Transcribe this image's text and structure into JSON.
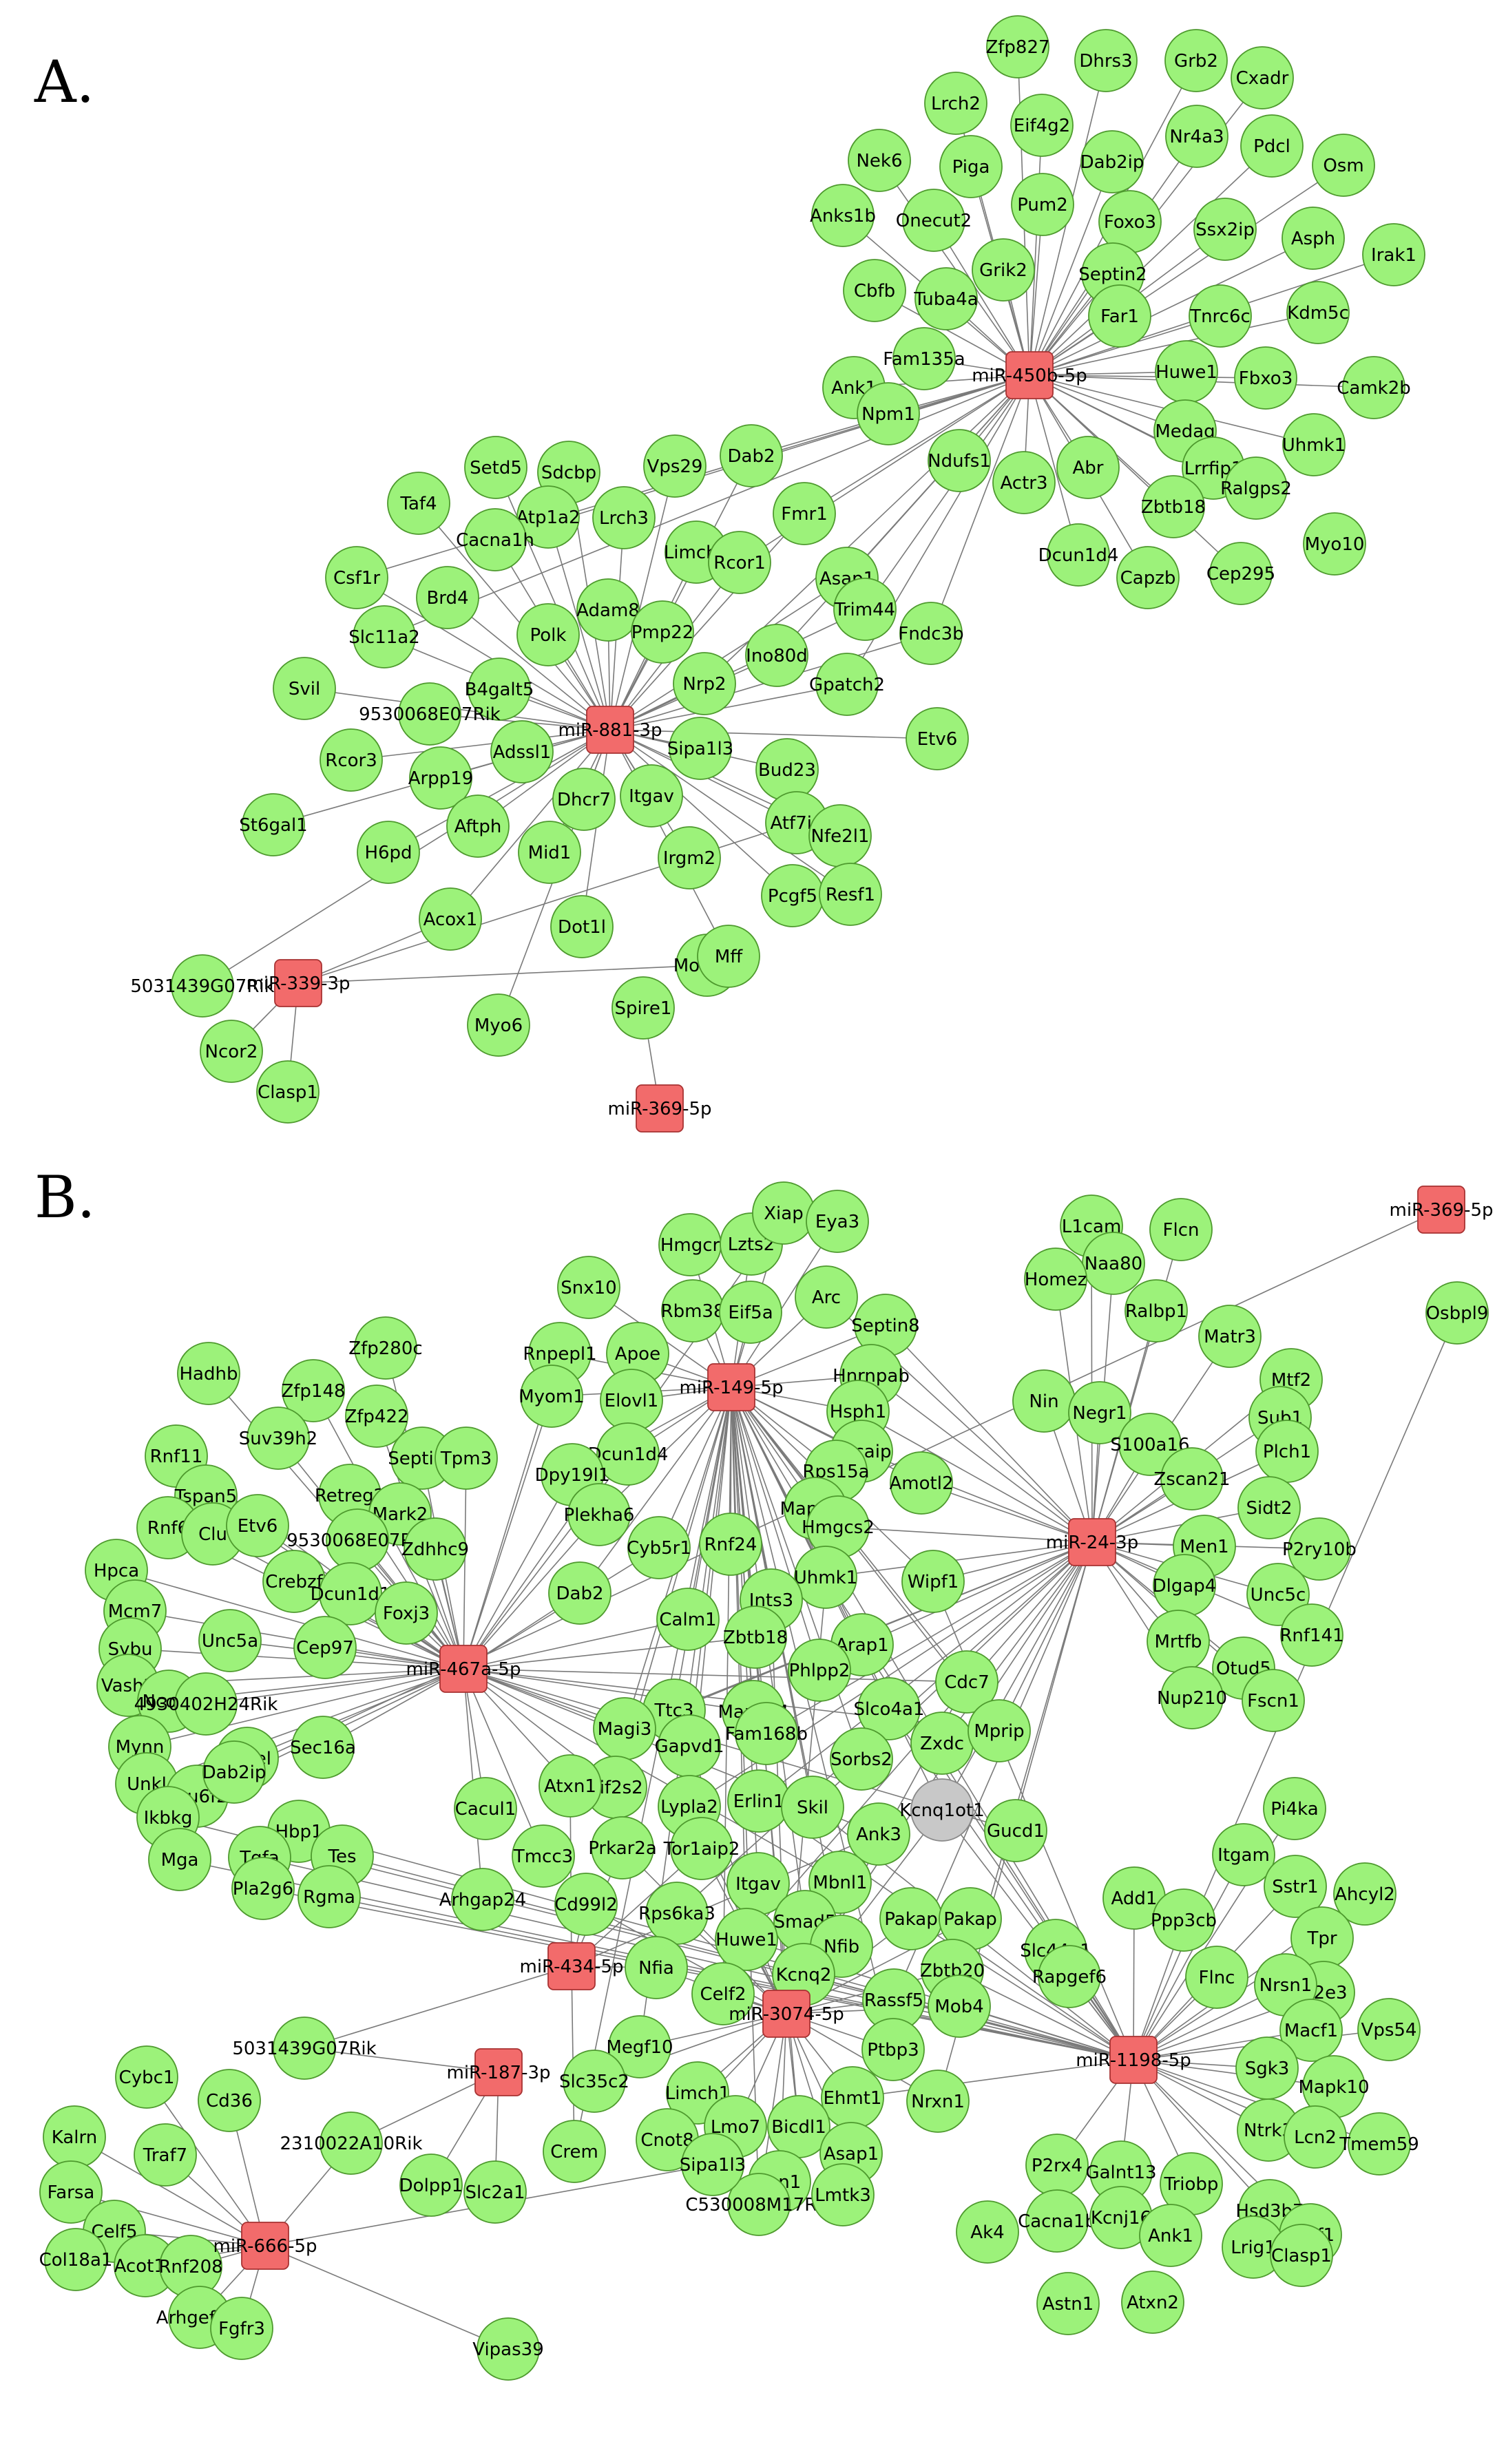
{
  "panels": {
    "a": "A.",
    "b": "B."
  },
  "colors": {
    "gene": "#9cf27a",
    "gene_stroke": "#4e9a2e",
    "mirna": "#f26b6b",
    "mirna_stroke": "#a83232",
    "gray_node": "#c8c8c8",
    "gray_stroke": "#8a8a8a",
    "edge": "#7a7a7a"
  },
  "network_a": {
    "mirnas": [
      "miR-450b-5p",
      "miR-881-3p",
      "miR-339-3p",
      "miR-369-5p"
    ],
    "genes": [
      "Zfp827",
      "Dhrs3",
      "Grb2",
      "Cxadr",
      "Lrch2",
      "Eif4g2",
      "Nr4a3",
      "Pdcl",
      "Osm",
      "Nek6",
      "Piga",
      "Dab2ip",
      "Anks1b",
      "Onecut2",
      "Pum2",
      "Foxo3",
      "Ssx2ip",
      "Asph",
      "Irak1",
      "Cbfb",
      "Grik2",
      "Septin2",
      "Tuba4a",
      "Far1",
      "Tnrc6c",
      "Kdm5c",
      "Fam135a",
      "Ank1",
      "Huwe1",
      "Fbxo3",
      "Camk2b",
      "Npm1",
      "Medag",
      "Lrrfip1",
      "Uhmk1",
      "Ndufs1",
      "Abr",
      "Actr3",
      "Zbtb18",
      "Ralgps2",
      "Dcun1d4",
      "Capzb",
      "Cep295",
      "Myo10",
      "Setd5",
      "Sdcbp",
      "Vps29",
      "Dab2",
      "Taf4",
      "Atp1a2",
      "Lrch3",
      "Cacna1h",
      "Fmr1",
      "Csf1r",
      "Brd4",
      "Limch1",
      "Adam8",
      "Rcor1",
      "Asap1",
      "Slc11a2",
      "Polk",
      "Pmp22",
      "Trim44",
      "Fndc3b",
      "Svil",
      "B4galt5",
      "Nrp2",
      "Ino80d",
      "Gpatch2",
      "9530068E07Rik",
      "Rcor3",
      "Arpp19",
      "Adssl1",
      "Sipa1l3",
      "Bud23",
      "Etv6",
      "St6gal1",
      "Aftph",
      "Dhcr7",
      "Itgav",
      "Atf7ip",
      "Nfe2l1",
      "H6pd",
      "Mid1",
      "Irgm2",
      "Pcgf5",
      "Resf1",
      "Acox1",
      "Dot1l",
      "Morf4l2",
      "Mff",
      "5031439G07Rik",
      "Myo6",
      "Spire1",
      "Ncor2",
      "Clasp1"
    ]
  },
  "network_b": {
    "mirnas": [
      "miR-149-5p",
      "miR-24-3p",
      "miR-467a-5p",
      "miR-434-5p",
      "miR-187-3p",
      "miR-3074-5p",
      "miR-1198-5p",
      "miR-666-5p",
      "miR-369-5p"
    ],
    "genes": [
      "Hmgcr",
      "Lzts2",
      "Xiap",
      "Eya3",
      "Snx10",
      "Rbm38",
      "Eif5a",
      "Arc",
      "Septin8",
      "Rnpepl1",
      "Apoe",
      "Hnrnpab",
      "Myom1",
      "Elovl1",
      "Hsph1",
      "Dcun1d4",
      "Sncaip",
      "Dpy19l1",
      "Rps15a",
      "Amotl2",
      "Plekha6",
      "Map2k7",
      "Hmgcs2",
      "Cyb5r1",
      "Rnf24",
      "Uhmk1",
      "Dab2",
      "Ints3",
      "Wipf1",
      "Calm1",
      "Zbtb18",
      "Arap1",
      "Phlpp2",
      "Cdc7",
      "Ttc3",
      "Mapk14",
      "Slco4a1",
      "Magi3",
      "Fam168b",
      "Zxdc",
      "Mprip",
      "Gapvd1",
      "Sorbs2",
      "Eif2s2",
      "Lypla2",
      "Erlin1",
      "Skil",
      "Ank3",
      "Gucd1",
      "Atxn1",
      "Cacul1",
      "Prkar2a",
      "Tmcc3",
      "Tor1aip2",
      "Itgav",
      "Mbnl1",
      "Arhgap24",
      "Cd99l2",
      "Rps6ka3",
      "Smad5",
      "Pakap",
      "Pakap",
      "Huwe1",
      "Nfib",
      "Nfia",
      "Kcnq2",
      "Zbtb20",
      "Celf2",
      "Rassf5",
      "Mob4",
      "Megf10",
      "Ptbp3",
      "Slc35c2",
      "Limch1",
      "Ehmt1",
      "Nrxn1",
      "Crem",
      "Lmo7",
      "Bicdl1",
      "Cnot8",
      "Asap1",
      "Fen1",
      "C530008M17Rik",
      "Lmtk3",
      "L1cam",
      "Flcn",
      "Naa80",
      "Homez",
      "Ralbp1",
      "Matr3",
      "Mtf2",
      "Nin",
      "Negr1",
      "Sub1",
      "S100a16",
      "Plch1",
      "Zscan21",
      "Sidt2",
      "Men1",
      "P2ry10b",
      "Dlgap4",
      "Unc5c",
      "Mrtfb",
      "Rnf141",
      "Otud5",
      "Nup210",
      "Fscn1",
      "Zfp280c",
      "Hadhb",
      "Zfp148",
      "Zfp422",
      "Suv39h2",
      "Septin2",
      "Rnf11",
      "Tspan5",
      "Retreg2",
      "Tpm3",
      "Mark2",
      "Rnf6",
      "Clu",
      "Etv6",
      "9530068E07Rik",
      "Zdhhc9",
      "Hpca",
      "Crebzf",
      "Mcm7",
      "Dcun1d1",
      "Foxj3",
      "Sybu",
      "Unc5a",
      "Cep97",
      "Vash2",
      "Ncor1",
      "4930402H24Rik",
      "Mynn",
      "Tbcel",
      "Sec16a",
      "Unkl",
      "Pou6f2",
      "Dab2ip",
      "Hbp1",
      "Ikbkg",
      "Tgfa",
      "Tes",
      "Mga",
      "Pla2g6",
      "Rgma",
      "Osbpl9",
      "Pi4ka",
      "Itgam",
      "Sstr1",
      "Ahcyl2",
      "Add1",
      "Ppp3cb",
      "Tpr",
      "Slc44a1",
      "G2e3",
      "Rapgef6",
      "Flnc",
      "Nrsn1",
      "Macf1",
      "Vps54",
      "Sgk3",
      "Mapk10",
      "Ntrk3",
      "Lcn2",
      "Tmem59",
      "P2rx4",
      "Galnt13",
      "Triobp",
      "Hsd3b7",
      "Grsf1",
      "Cacna1b",
      "Kcnj16",
      "Ak4",
      "Ank1",
      "Lrig1",
      "Clasp1",
      "Astn1",
      "Atxn2",
      "5031439G07Rik",
      "2310022A10Rik",
      "Dolpp1",
      "Slc2a1",
      "Cybc1",
      "Cd36",
      "Kalrn",
      "Traf7",
      "Sipa1l3",
      "Farsa",
      "Celf5",
      "Col18a1",
      "Acot11",
      "Rnf208",
      "Arhgef10l",
      "Fgfr3",
      "Vipas39"
    ],
    "gray_genes": [
      "Kcnq1ot1"
    ]
  }
}
